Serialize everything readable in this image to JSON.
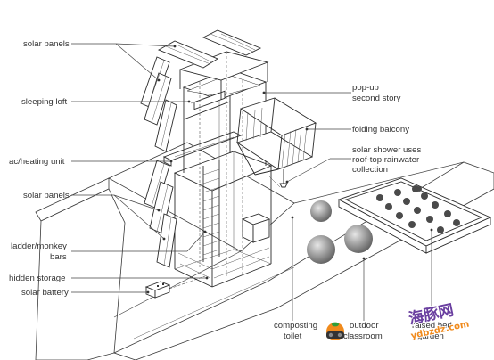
{
  "labels_left": {
    "solar_panels_top": "solar panels",
    "sleeping_loft": "sleeping loft",
    "ac_heating": "ac/heating unit",
    "solar_panels_bottom": "solar panels",
    "ladder_line1": "ladder/monkey",
    "ladder_line2": "bars",
    "hidden_storage": "hidden storage",
    "solar_battery": "solar battery"
  },
  "labels_right": {
    "popup_line1": "pop-up",
    "popup_line2": "second story",
    "folding_balcony": "folding balcony",
    "shower_line1": "solar shower uses",
    "shower_line2": "roof-top rainwater",
    "shower_line3": "collection"
  },
  "labels_bottom": {
    "toilet_line1": "composting",
    "toilet_line2": "toilet",
    "classroom_line1": "outdoor",
    "classroom_line2": "classroom",
    "garden_line1": "raised bed",
    "garden_line2": "garden"
  },
  "watermark": {
    "line1": "海豚网",
    "line2": "ydbzdz.com",
    "colors": {
      "orange": "#f08a1c",
      "purple": "#6a3fa0",
      "green": "#2f9d3a"
    }
  },
  "colors": {
    "line": "#2a2a2a",
    "sphere": "#8c8c8c",
    "text": "#333333"
  }
}
